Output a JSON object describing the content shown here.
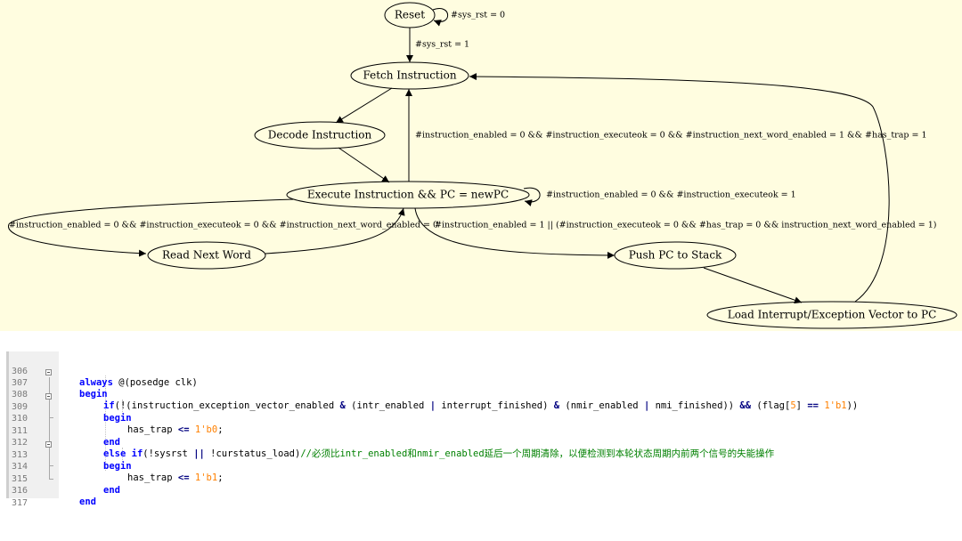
{
  "diagram": {
    "nodes": {
      "reset": "Reset",
      "fetch": "Fetch Instruction",
      "decode": "Decode Instruction",
      "execute": "Execute Instruction && PC = newPC",
      "read_next": "Read Next Word",
      "push_pc": "Push PC to Stack",
      "load_vector": "Load Interrupt/Exception Vector to PC"
    },
    "edges": {
      "reset_self": "#sys_rst = 0",
      "reset_to_fetch": "#sys_rst = 1",
      "execute_to_fetch": "#instruction_enabled = 0 && #instruction_executeok = 0 && #instruction_next_word_enabled = 1 && #has_trap = 1",
      "execute_self": "#instruction_enabled = 0 && #instruction_executeok = 1",
      "execute_to_read_next": "#instruction_enabled = 0 && #instruction_executeok = 0 && #instruction_next_word_enabled = 0",
      "execute_to_push_pc": "#instruction_enabled = 1 || (#instruction_executeok = 0 && #has_trap = 0 && instruction_next_word_enabled = 1)"
    }
  },
  "code": {
    "line_numbers": [
      "306",
      "307",
      "308",
      "309",
      "310",
      "311",
      "312",
      "313",
      "314",
      "315",
      "316",
      "317"
    ],
    "l306_a": "always ",
    "l306_b": "@(posedge clk)",
    "l307_kw": "begin",
    "l308_kw": "if",
    "l308_a": "(!(instruction_exception_vector_enabled ",
    "l308_op1": "&",
    "l308_b": " (intr_enabled ",
    "l308_op2": "|",
    "l308_c": " interrupt_finished) ",
    "l308_op3": "&",
    "l308_d": " (nmir_enabled ",
    "l308_op4": "|",
    "l308_e": " nmi_finished)) ",
    "l308_op5": "&&",
    "l308_f": " (flag[",
    "l308_n1": "5",
    "l308_g": "] ",
    "l308_op6": "==",
    "l308_h": " ",
    "l308_n2": "1'b1",
    "l308_i": "))",
    "l309_kw": "begin",
    "l310_a": "has_trap ",
    "l310_op": "<=",
    "l310_b": " ",
    "l310_n": "1'b0",
    "l310_c": ";",
    "l311_kw": "end",
    "l312_kw1": "else",
    "l312_s1": " ",
    "l312_kw2": "if",
    "l312_a": "(!sysrst ",
    "l312_op": "||",
    "l312_b": " !curstatus_load)",
    "l312_cmt": "//必须比intr_enabled和nmir_enabled延后一个周期清除，以便检测到本轮状态周期内前两个信号的失能操作",
    "l313_kw": "begin",
    "l314_a": "has_trap ",
    "l314_op": "<=",
    "l314_b": " ",
    "l314_n": "1'b1",
    "l314_c": ";",
    "l315_kw": "end",
    "l316_kw": "end"
  }
}
